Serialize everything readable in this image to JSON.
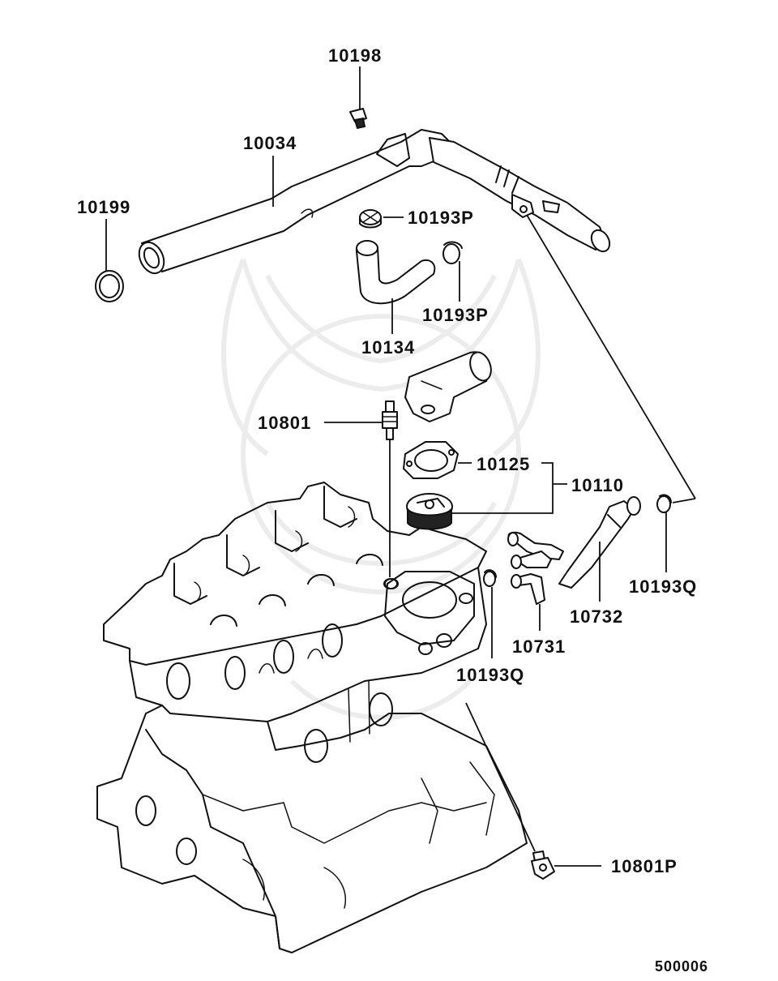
{
  "labels": {
    "p10198": "10198",
    "p10034": "10034",
    "p10199": "10199",
    "p10193P_a": "10193P",
    "p10193P_b": "10193P",
    "p10134": "10134",
    "p10801": "10801",
    "p10125": "10125",
    "p10110": "10110",
    "p10193Q_a": "10193Q",
    "p10732": "10732",
    "p10731": "10731",
    "p10193Q_b": "10193Q",
    "p10801P": "10801P"
  },
  "footer": {
    "diagram_number": "500006"
  }
}
